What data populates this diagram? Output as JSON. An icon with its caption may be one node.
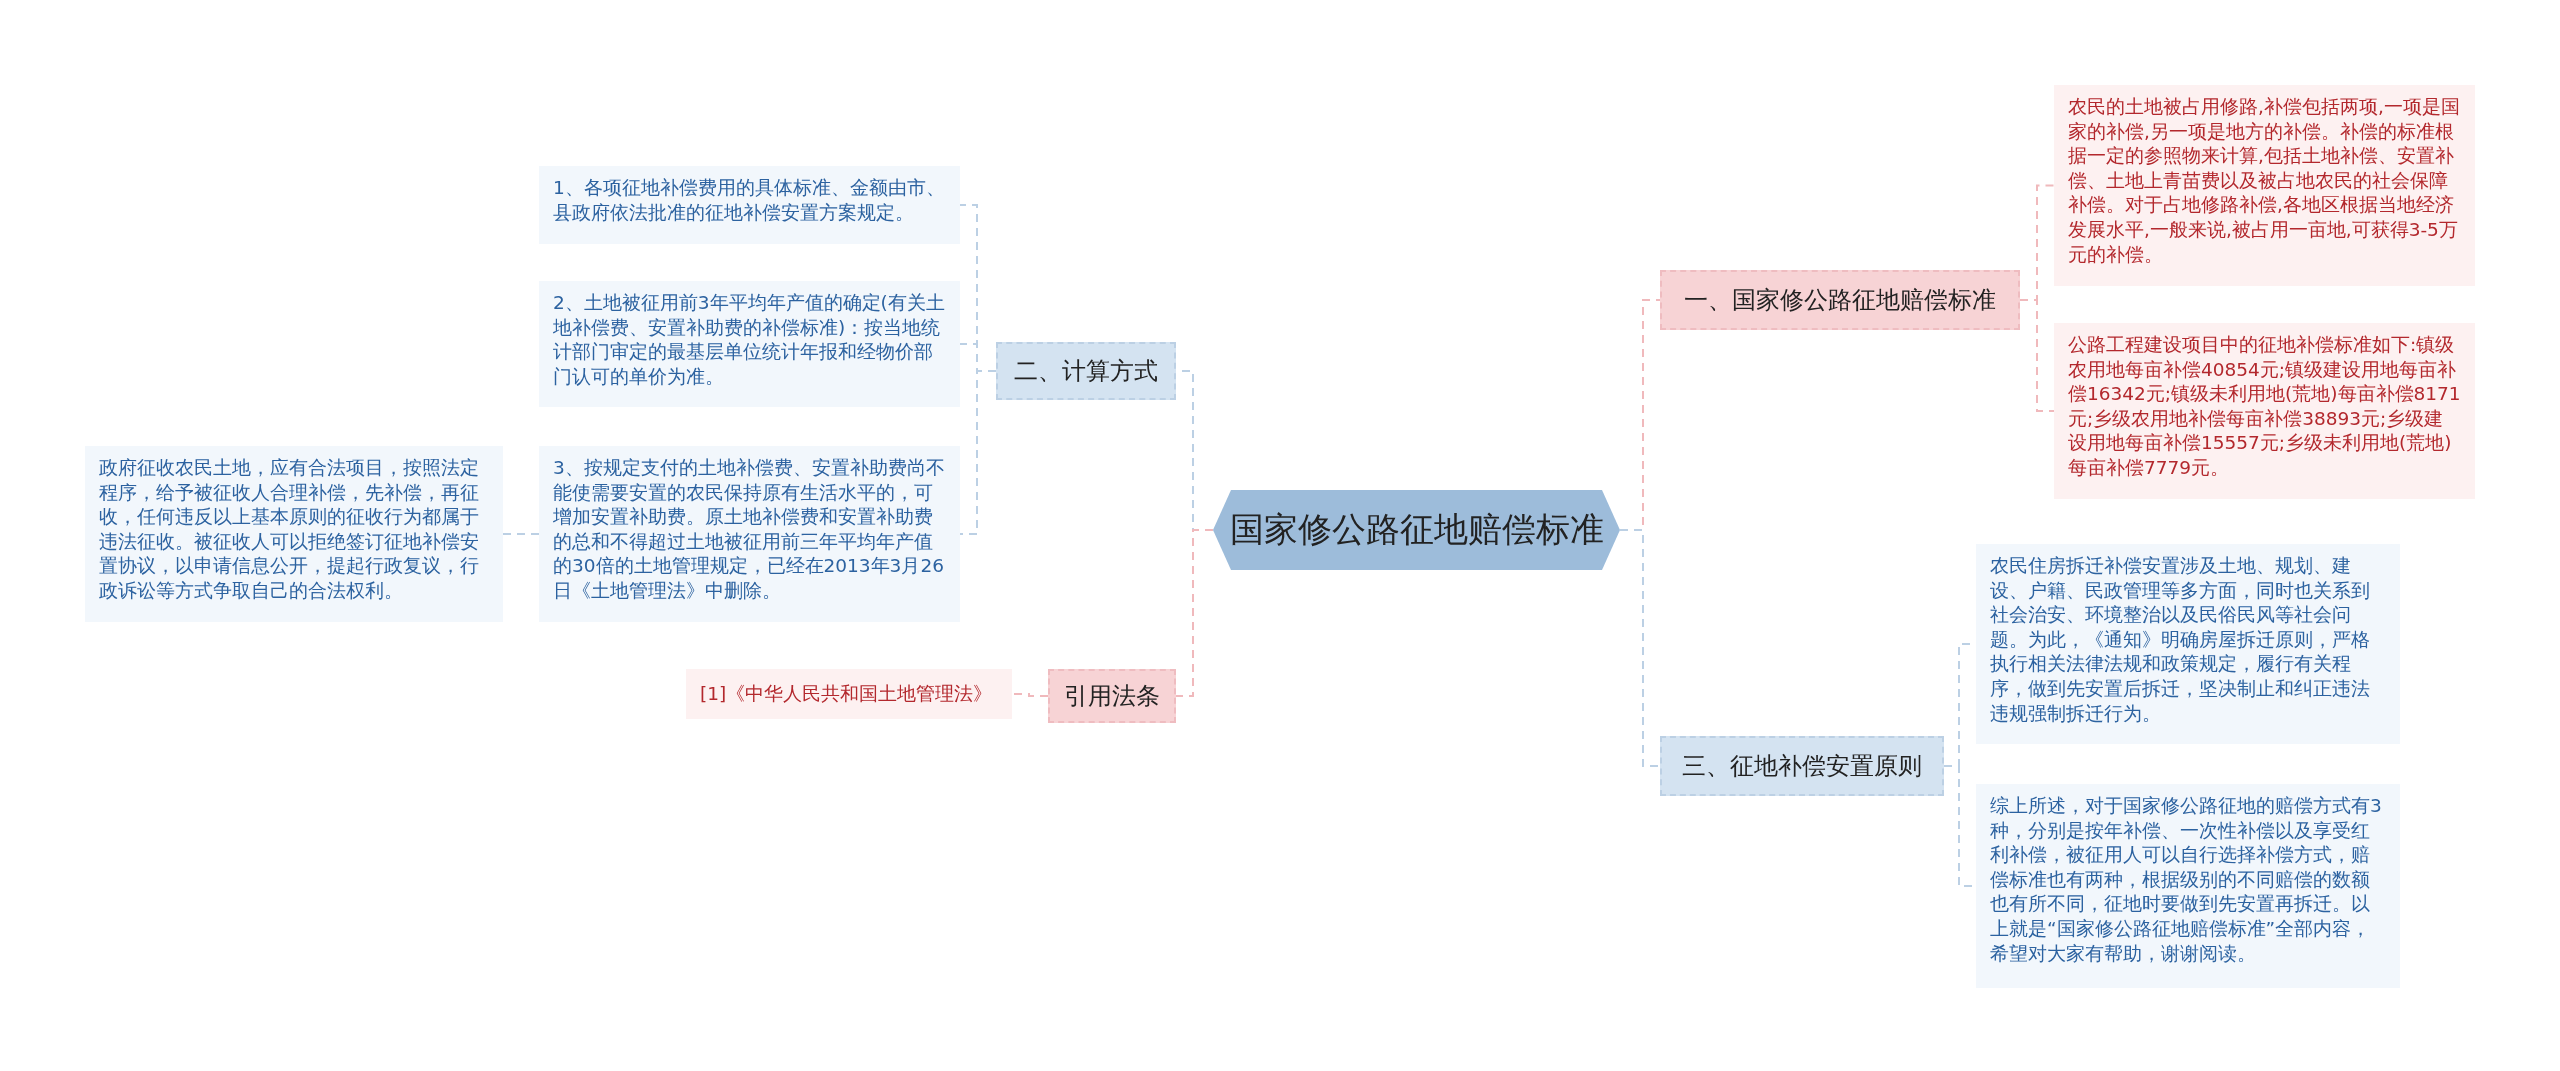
{
  "diagram": {
    "nodes": [
      {
        "text": [
          "国家修公路征地赔偿标准"
        ]
      },
      {
        "text": [
          "二、计算方式"
        ]
      },
      {
        "text": [
          "引用法条"
        ]
      },
      {
        "text": [
          "一、国家修公路征地赔偿标准"
        ]
      },
      {
        "text": [
          "三、征地补偿安置原则"
        ]
      },
      {
        "text": [
          "1、各项征地补偿费用的具体标准、金额由市、县政府依法批准的征地补偿安置方案规定。"
        ]
      },
      {
        "text": [
          "2、土地被征用前3年平均年产值的确定(有关土地补偿费、安置补助费的补偿标准)：按当地统计部门审定的最基层单位统计年报和经物价部门认可的单价为准。"
        ]
      },
      {
        "text": [
          "3、按规定支付的土地补偿费、安置补助费尚不能使需要安置的农民保持原有生活水平的，可增加安置补助费。原土地补偿费和安置补助费的总和不得超过土地被征用前三年平均年产值的30倍的土地管理规定，已经在2013年3月26日《土地管理法》中删除。"
        ]
      },
      {
        "text": [
          "政府征收农民土地，应有合法项目，按照法定程序，给予被征收人合理补偿，先补偿，再征收，任何违反以上基本原则的征收行为都属于违法征收。被征收人可以拒绝签订征地补偿安置协议，以申请信息公开，提起行政复议，行政诉讼等方式争取自己的合法权利。"
        ]
      },
      {
        "text": [
          "[1]《中华人民共和国土地管理法》"
        ]
      },
      {
        "text": [
          "农民的土地被占用修路,补偿包括两项,一项是国家的补偿,另一项是地方的补偿。补偿的标准根据一定的参照物来计算,包括土地补偿、安置补偿、土地上青苗费以及被占地农民的社会保障补偿。对于占地修路补偿,各地区根据当地经济发展水平,一般来说,被占用一亩地,可获得3-5万元的补偿。"
        ]
      },
      {
        "text": [
          "公路工程建设项目中的征地补偿标准如下:镇级农用地每亩补偿40854元;镇级建设用地每亩补偿16342元;镇级未利用地(荒地)每亩补偿8171元;乡级农用地补偿每亩补偿38893元;乡级建设用地每亩补偿15557元;乡级未利用地(荒地)每亩补偿7779元。"
        ]
      },
      {
        "text": [
          "农民住房拆迁补偿安置涉及土地、规划、建设、户籍、民政管理等多方面，同时也关系到社会治安、环境整治以及民俗民风等社会问题。为此，《通知》明确房屋拆迁原则，严格执行相关法律法规和政策规定，履行有关程序，做到先安置后拆迁，坚决制止和纠正违法违规强制拆迁行为。"
        ]
      },
      {
        "text": [
          "综上所述，对于国家修公路征地的赔偿方式有3种，分别是按年补偿、一次性补偿以及享受红利补偿，被征用人可以自行选择补偿方式，赔偿标准也有两种，根据级别的不同赔偿的数额也有所不同，征地时要做到先安置再拆迁。以上就是“国家修公路征地赔偿标准”全部内容，希望对大家有帮助，谢谢阅读。"
        ]
      }
    ],
    "edges": [
      {
        "from": 0,
        "to": 1,
        "arrow": "none",
        "style": "dashed"
      },
      {
        "from": 0,
        "to": 2,
        "arrow": "none",
        "style": "dashed",
        "color": "#f0b9bc"
      },
      {
        "from": 0,
        "to": 3,
        "arrow": "none",
        "style": "dashed",
        "color": "#f0b9bc"
      },
      {
        "from": 0,
        "to": 4,
        "arrow": "none",
        "style": "dashed"
      },
      {
        "from": 1,
        "to": 5,
        "arrow": "none",
        "style": "dashed"
      },
      {
        "from": 1,
        "to": 6,
        "arrow": "none",
        "style": "dashed"
      },
      {
        "from": 1,
        "to": 7,
        "arrow": "none",
        "style": "dashed"
      },
      {
        "from": 7,
        "to": 8,
        "arrow": "none",
        "style": "dashed"
      },
      {
        "from": 2,
        "to": 9,
        "arrow": "none",
        "style": "dashed",
        "color": "#f0b9bc"
      },
      {
        "from": 3,
        "to": 10,
        "arrow": "none",
        "style": "dashed",
        "color": "#f0b9bc"
      },
      {
        "from": 3,
        "to": 11,
        "arrow": "none",
        "style": "dashed",
        "color": "#f0b9bc"
      },
      {
        "from": 4,
        "to": 12,
        "arrow": "none",
        "style": "dashed"
      },
      {
        "from": 4,
        "to": 13,
        "arrow": "none",
        "style": "dashed"
      }
    ]
  }
}
